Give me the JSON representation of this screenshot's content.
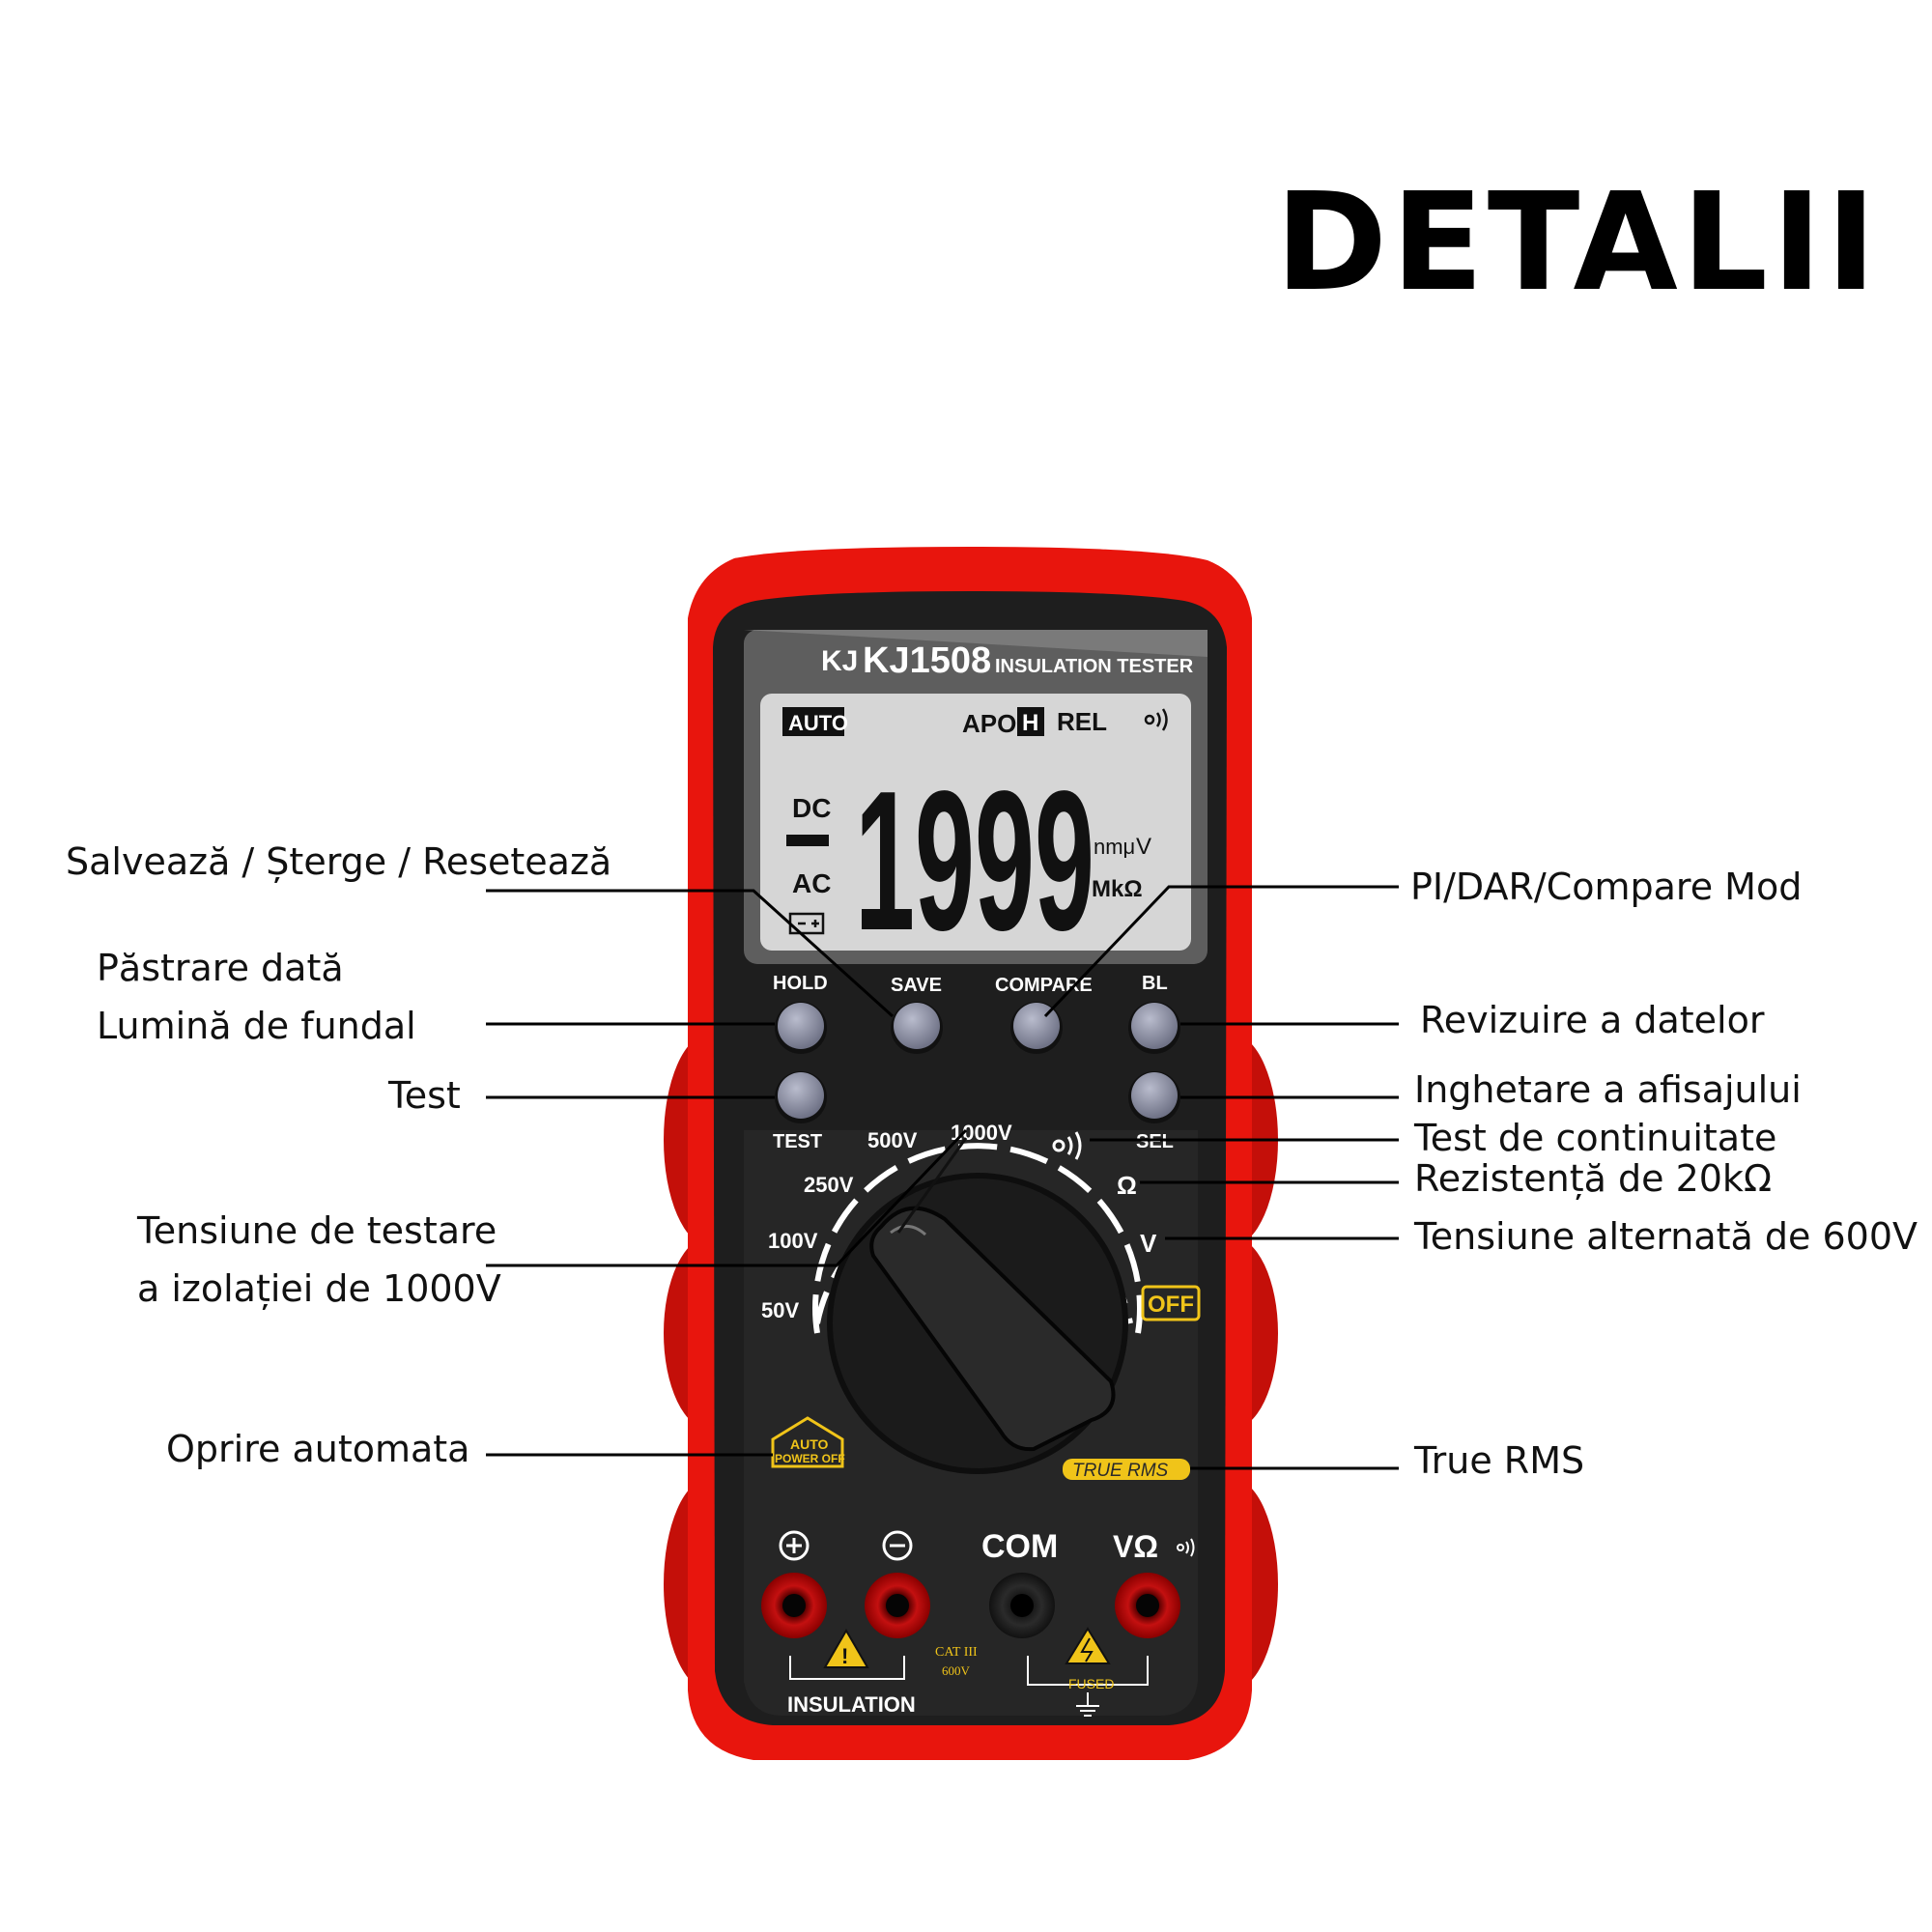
{
  "title": "DETALII",
  "labels": {
    "save_clear_reset": "Salvează / Șterge / Resetează",
    "data_hold": "Păstrare dată",
    "backlight": "Lumină de fundal",
    "test": "Test",
    "insulation_voltage_1": "Tensiune de testare",
    "insulation_voltage_2": "a izolației de 1000V",
    "auto_off": "Oprire automata",
    "pi_dar_compare": "PI/DAR/Compare Mod",
    "data_review": "Revizuire a datelor",
    "display_freeze": "Inghetare a afisajului",
    "continuity": "Test de continuitate",
    "resistance": "Rezistență de 20kΩ",
    "ac_voltage": "Tensiune alternată de 600V",
    "true_rms": "True RMS"
  },
  "device": {
    "brand_logo": "KJ",
    "model": "KJ1508",
    "subtitle": "INSULATION TESTER",
    "lcd": {
      "auto": "AUTO",
      "apo": "APO",
      "hold_flag": "H",
      "rel": "REL",
      "dc": "DC",
      "ac": "AC",
      "reading": "1999",
      "unit_prefix": "nmμ",
      "unit_v": "V",
      "unit_ohm": "MkΩ"
    },
    "buttons": {
      "hold": "HOLD",
      "save": "SAVE",
      "compare": "COMPARE",
      "bl": "BL",
      "test": "TEST",
      "sel": "SEL"
    },
    "dial": {
      "v50": "50V",
      "v100": "100V",
      "v250": "250V",
      "v500": "500V",
      "v1000": "1000V",
      "ohm": "Ω",
      "volt": "V",
      "off": "OFF"
    },
    "badges": {
      "auto": "AUTO",
      "power_off": "POWER OFF",
      "true_rms": "TRUE RMS"
    },
    "jacks": {
      "com": "COM",
      "vohm": "VΩ",
      "insulation": "INSULATION",
      "cat": "CAT III",
      "cat_v": "600V",
      "fused": "FUSED"
    },
    "colors": {
      "housing": "#e8150d",
      "panel": "#2a2a2a",
      "lcd": "#d6d6d6",
      "accent_yellow": "#f0c419"
    }
  }
}
